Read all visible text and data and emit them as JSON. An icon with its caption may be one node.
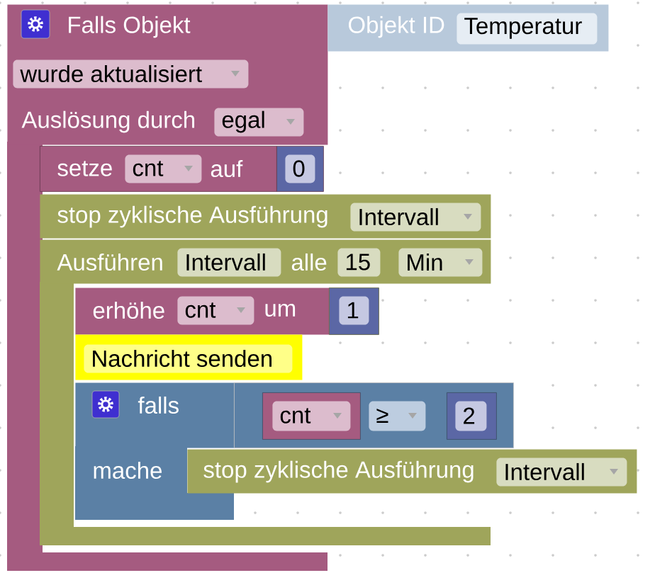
{
  "diagram": {
    "nodes": [
      {
        "text": [
          "Falls Objekt",
          "Auslösung durch"
        ]
      },
      {
        "text": [
          "Objekt ID"
        ]
      },
      {
        "text": [
          "Temperatur"
        ],
        "in": 1
      },
      {
        "text": [
          "wurde aktualisiert"
        ],
        "in": 0
      },
      {
        "text": [
          "egal"
        ],
        "in": 0
      },
      {
        "text": [
          "setze",
          "auf"
        ],
        "in": 0
      },
      {
        "text": [
          "cnt"
        ],
        "in": 5
      },
      {
        "text": [
          "0"
        ],
        "in": 0
      },
      {
        "text": [
          "stop zyklische Ausführung"
        ]
      },
      {
        "text": [
          "Intervall"
        ],
        "in": 8
      },
      {
        "text": [
          "Ausführen",
          "alle"
        ]
      },
      {
        "text": [
          "Intervall"
        ]
      },
      {
        "text": [
          "15"
        ],
        "in": 10
      },
      {
        "text": [
          "Min"
        ],
        "in": 10
      },
      {
        "text": [
          "erhöhe",
          "um"
        ]
      },
      {
        "text": [
          "cnt"
        ],
        "in": 14
      },
      {
        "text": [
          "1"
        ],
        "in": 10
      },
      {
        "text": [
          "Nachricht senden"
        ]
      },
      {
        "text": [
          "falls",
          "mache"
        ]
      },
      {
        "text": [],
        "shape": "box"
      },
      {
        "text": [
          "cnt"
        ],
        "in": 19
      },
      {
        "text": [
          "≥"
        ],
        "in": 19
      },
      {
        "text": [
          "2"
        ],
        "in": 19
      },
      {
        "text": [
          "stop zyklische Ausführung"
        ]
      },
      {
        "text": [
          "Intervall"
        ],
        "in": 23
      }
    ]
  }
}
